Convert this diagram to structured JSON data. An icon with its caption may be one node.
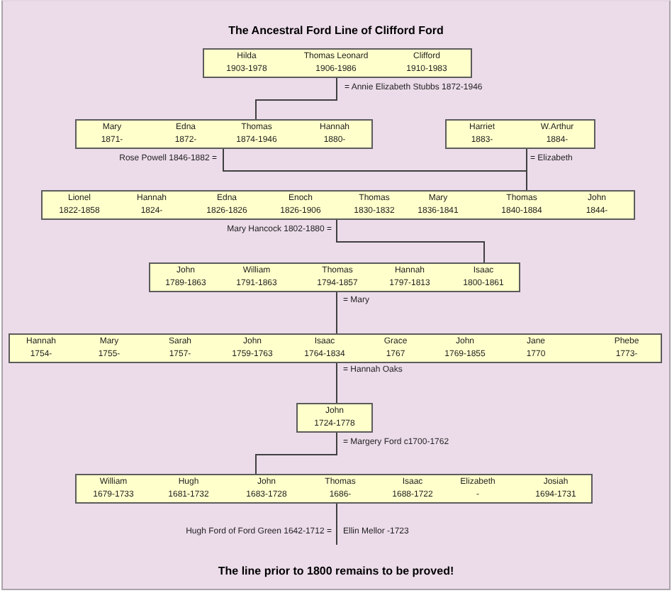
{
  "diagram": {
    "title": "The Ancestral Ford Line of Clifford Ford",
    "caption": "The line prior to 1800 remains to be proved!",
    "nodes": [
      {
        "text": [
          "Hilda 1903-1978",
          "Thomas Leonard 1906-1986",
          "Clifford 1910-1983"
        ]
      },
      {
        "text": [
          "Mary 1871-",
          "Edna 1872-",
          "Thomas 1874-1946",
          "Hannah 1880-"
        ]
      },
      {
        "text": [
          "Harriet 1883-",
          "W.Arthur 1884-"
        ]
      },
      {
        "text": [
          "Lionel 1822-1858",
          "Hannah 1824-",
          "Edna 1826-1826",
          "Enoch 1826-1906",
          "Thomas 1830-1832",
          "Mary 1836-1841",
          "Thomas 1840-1884",
          "John 1844-"
        ]
      },
      {
        "text": [
          "John 1789-1863",
          "William 1791-1863",
          "Thomas 1794-1857",
          "Hannah 1797-1813",
          "Isaac 1800-1861"
        ]
      },
      {
        "text": [
          "Hannah 1754-",
          "Mary 1755-",
          "Sarah 1757-",
          "John 1759-1763",
          "Isaac 1764-1834",
          "Grace 1767",
          "John 1769-1855",
          "Jane 1770",
          "Phebe 1773-"
        ]
      },
      {
        "text": [
          "John 1724-1778"
        ]
      },
      {
        "text": [
          "William 1679-1733",
          "Hugh 1681-1732",
          "John 1683-1728",
          "Thomas 1686-",
          "Isaac 1688-1722",
          "Elizabeth -",
          "Josiah 1694-1731"
        ]
      },
      {
        "text": [
          "Hugh Ford of Ford Green 1642-1712 ="
        ]
      },
      {
        "text": [
          "Ellin Mellor -1723"
        ]
      }
    ],
    "edges": [
      {
        "from": 0,
        "to": 1,
        "arrow": "none",
        "label": "= Annie Elizabeth Stubbs 1872-1946"
      },
      {
        "from": 1,
        "to": 3,
        "arrow": "none",
        "label": "Rose Powell 1846-1882 ="
      },
      {
        "from": 2,
        "to": 3,
        "arrow": "none",
        "label": "= Elizabeth"
      },
      {
        "from": 3,
        "to": 4,
        "arrow": "none",
        "label": "Mary Hancock 1802-1880 ="
      },
      {
        "from": 4,
        "to": 5,
        "arrow": "none",
        "label": "= Mary"
      },
      {
        "from": 5,
        "to": 6,
        "arrow": "none",
        "label": "= Hannah Oaks"
      },
      {
        "from": 6,
        "to": 7,
        "arrow": "none",
        "label": "= Margery Ford c1700-1762"
      },
      {
        "from": 7,
        "to": 8,
        "arrow": "none"
      },
      {
        "from": 7,
        "to": 9,
        "arrow": "none"
      }
    ]
  }
}
